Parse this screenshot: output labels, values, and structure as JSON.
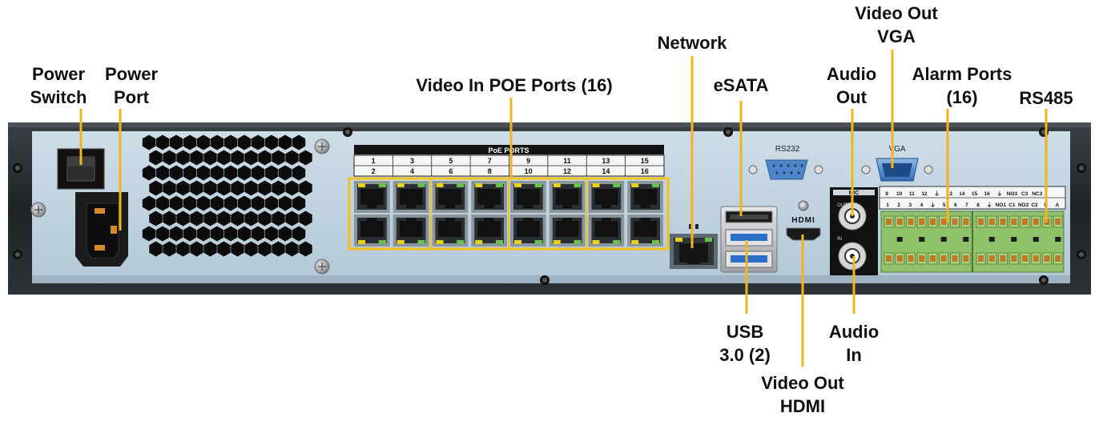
{
  "callouts": {
    "power_switch": [
      "Power",
      "Switch"
    ],
    "power_port": [
      "Power",
      "Port"
    ],
    "video_in_poe": [
      "Video In POE Ports (16)"
    ],
    "network": [
      "Network"
    ],
    "esata": [
      "eSATA"
    ],
    "audio_out": [
      "Audio",
      "Out"
    ],
    "video_out_vga": [
      "Video Out",
      "VGA"
    ],
    "alarm_ports": [
      "Alarm Ports",
      "(16)"
    ],
    "rs485": [
      "RS485"
    ],
    "usb": [
      "USB",
      "3.0 (2)"
    ],
    "video_out_hdmi": [
      "Video Out",
      "HDMI"
    ],
    "audio_in": [
      "Audio",
      "In"
    ]
  },
  "panel": {
    "poe_header": "PoE PORTS",
    "poe_top_numbers": [
      "1",
      "3",
      "5",
      "7",
      "9",
      "11",
      "13",
      "15"
    ],
    "poe_bottom_numbers": [
      "2",
      "4",
      "6",
      "8",
      "10",
      "12",
      "14",
      "16"
    ],
    "rs232_label": "RS232",
    "vga_label": "VGA",
    "hdmi_label": "HDMI",
    "mic_label": "MIC",
    "out_label": "OUT",
    "in_label": "IN",
    "alarm_top_labels": [
      "9",
      "10",
      "11",
      "12",
      "⏚",
      "13",
      "14",
      "15",
      "16",
      "⏚",
      "NO3",
      "C3",
      "NC3"
    ],
    "alarm_bottom_labels": [
      "1",
      "2",
      "3",
      "4",
      "⏚",
      "5",
      "6",
      "7",
      "8",
      "⏚",
      "NO1",
      "C1",
      "NO2",
      "C2",
      "B",
      "A"
    ]
  },
  "colors": {
    "callout_line": "#f2b51d",
    "panel_face": "#c1d4e0",
    "chassis": "#25292c",
    "terminal_green": "#8fc06a",
    "port_highlight": "#f2c21a"
  }
}
